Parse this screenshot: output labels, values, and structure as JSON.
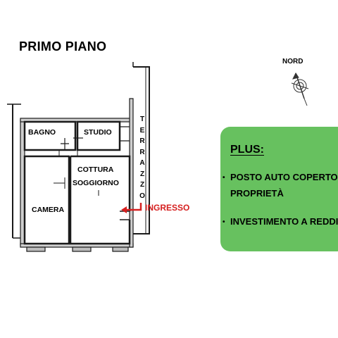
{
  "plan": {
    "title": "PRIMO PIANO",
    "rooms": {
      "bagno": "BAGNO",
      "studio": "STUDIO",
      "cottura": "COTTURA",
      "soggiorno": "SOGGIORNO",
      "camera": "CAMERA"
    },
    "terrace_letters": [
      "T",
      "E",
      "R",
      "R",
      "A",
      "Z",
      "Z",
      "O"
    ],
    "entrance": "INGRESSO",
    "north": "NORD"
  },
  "plus": {
    "title": "PLUS:",
    "items": [
      {
        "line1": "POSTO AUTO COPERTO DI",
        "line2": "PROPRIETÀ"
      },
      {
        "line1": "INVESTIMENTO A REDDITO",
        "line2": ""
      }
    ]
  },
  "colors": {
    "plus_box": "#67c15f",
    "entrance_arrow": "#d62020",
    "walls": "#1a1a1a"
  }
}
